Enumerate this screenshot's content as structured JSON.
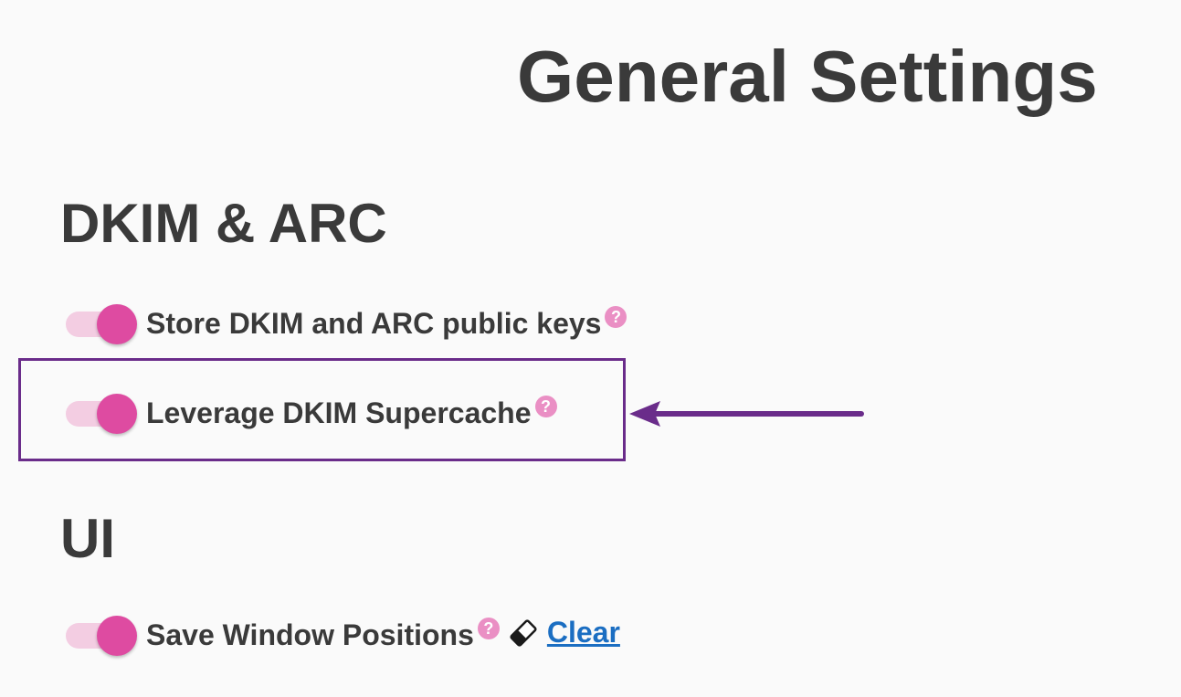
{
  "page": {
    "title": "General Settings"
  },
  "sections": {
    "dkim": {
      "title": "DKIM & ARC",
      "store_keys": {
        "label": "Store DKIM and ARC public keys",
        "enabled": true
      },
      "supercache": {
        "label": "Leverage DKIM Supercache",
        "enabled": true
      }
    },
    "ui": {
      "title": "UI",
      "save_window_positions": {
        "label": "Save Window Positions",
        "enabled": true,
        "clear_label": "Clear"
      }
    }
  },
  "icons": {
    "help": "?",
    "eraser": "eraser-icon"
  },
  "colors": {
    "toggle_knob": "#de4ba1",
    "toggle_track": "#f3cde2",
    "help_icon": "#ea8fc4",
    "link": "#1b6ec2",
    "annotation": "#6a2c8a",
    "text": "#3a3a3a",
    "background": "#fafafa"
  }
}
